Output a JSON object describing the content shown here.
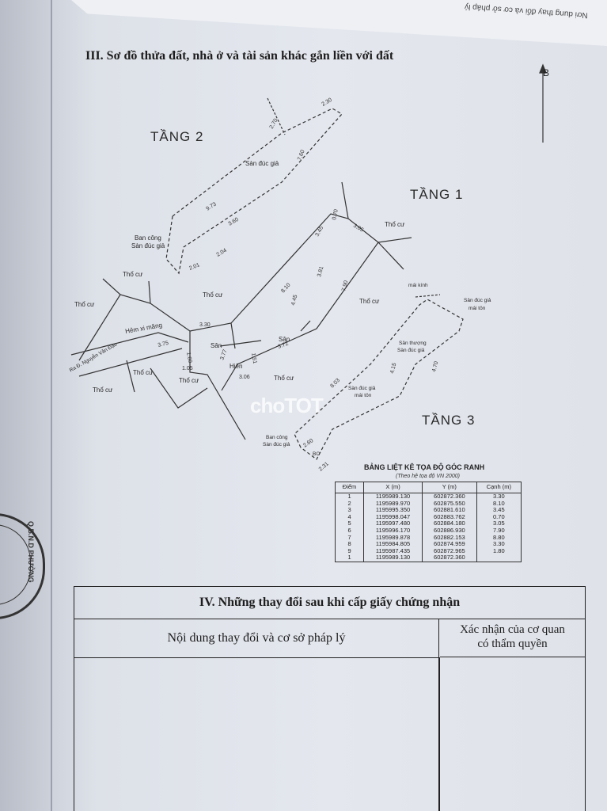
{
  "header_flap_text": "Nơi dung thay đổi và cơ sở pháp lý",
  "section3_title": "III. Sơ đồ thửa đất, nhà ở và tài sản khác gắn liền với đất",
  "north_label": "B",
  "floors": {
    "f2": "TẦNG 2",
    "f1": "TẦNG 1",
    "f3": "TẦNG 3"
  },
  "plan_labels": {
    "san_duc_gia": "Sàn đúc giả",
    "ban_cong": "Ban công",
    "ban_cong_san": "Sàn đúc giả",
    "tho_cu": "Thổ cư",
    "hem": "Hẻm xi măng",
    "road": "Ra Đ. Nguyễn Văn Đậu",
    "san": "Sân",
    "hien": "Hiên",
    "mai_kinh": "mái kính",
    "san_duc_gia_mai_ton": "Sân đúc giả",
    "mai_ton": "mái tôn",
    "san_thuong": "Sân thượng",
    "san_thuong2": "Sàn đúc giả",
    "sdg3": "Sàn đúc giả",
    "mai_ton3": "mái tôn",
    "bc": "BC"
  },
  "dims": {
    "d930": "3.30",
    "d810": "8.10",
    "d345": "3.45",
    "d070": "0.70",
    "d305": "3.05",
    "d790": "7.90",
    "d381": "3.81",
    "d445": "4.45",
    "d375": "3.75",
    "d160": "1.60",
    "d377": "3.77",
    "d151": "1.51",
    "d372": "3.72",
    "d306": "3.06",
    "d973": "9.73",
    "d270": "2.70",
    "d760": "7.60",
    "d230": "2.30",
    "d204": "2.04",
    "d201": "2.01",
    "d360": "3.60",
    "d415": "4.15",
    "d803": "8.03",
    "d470": "4.70",
    "d260": "2.60",
    "d231": "2.31",
    "d105": "1.05"
  },
  "watermark": "choTOT",
  "coord_table": {
    "title": "BẢNG LIỆT KÊ TỌA ĐỘ GÓC RANH",
    "subtitle": "(Theo hệ tọa độ VN 2000)",
    "headers": [
      "Điểm",
      "X (m)",
      "Y (m)",
      "Cạnh (m)"
    ],
    "rows": [
      [
        "1",
        "1195989.130",
        "602872.360",
        "3.30"
      ],
      [
        "2",
        "1195989.970",
        "602875.550",
        "8.10"
      ],
      [
        "3",
        "1195995.350",
        "602881.610",
        "3.45"
      ],
      [
        "4",
        "1195998.047",
        "602883.762",
        "0.70"
      ],
      [
        "5",
        "1195997.480",
        "602884.180",
        "3.05"
      ],
      [
        "6",
        "1195996.170",
        "602886.930",
        "7.90"
      ],
      [
        "7",
        "1195989.878",
        "602882.153",
        "8.80"
      ],
      [
        "8",
        "1195984.805",
        "602874.959",
        "3.30"
      ],
      [
        "9",
        "1195987.435",
        "602872.965",
        "1.80"
      ],
      [
        "1",
        "1195989.130",
        "602872.360",
        ""
      ]
    ]
  },
  "section4": {
    "title": "IV. Những thay đổi sau khi cấp giấy chứng nhận",
    "col1": "Nội dung thay đổi và cơ sở pháp lý",
    "col2_line1": "Xác nhận của cơ quan",
    "col2_line2": "có thẩm quyền"
  },
  "stamp_text": "Q.B.N.D PHƯỜNG"
}
